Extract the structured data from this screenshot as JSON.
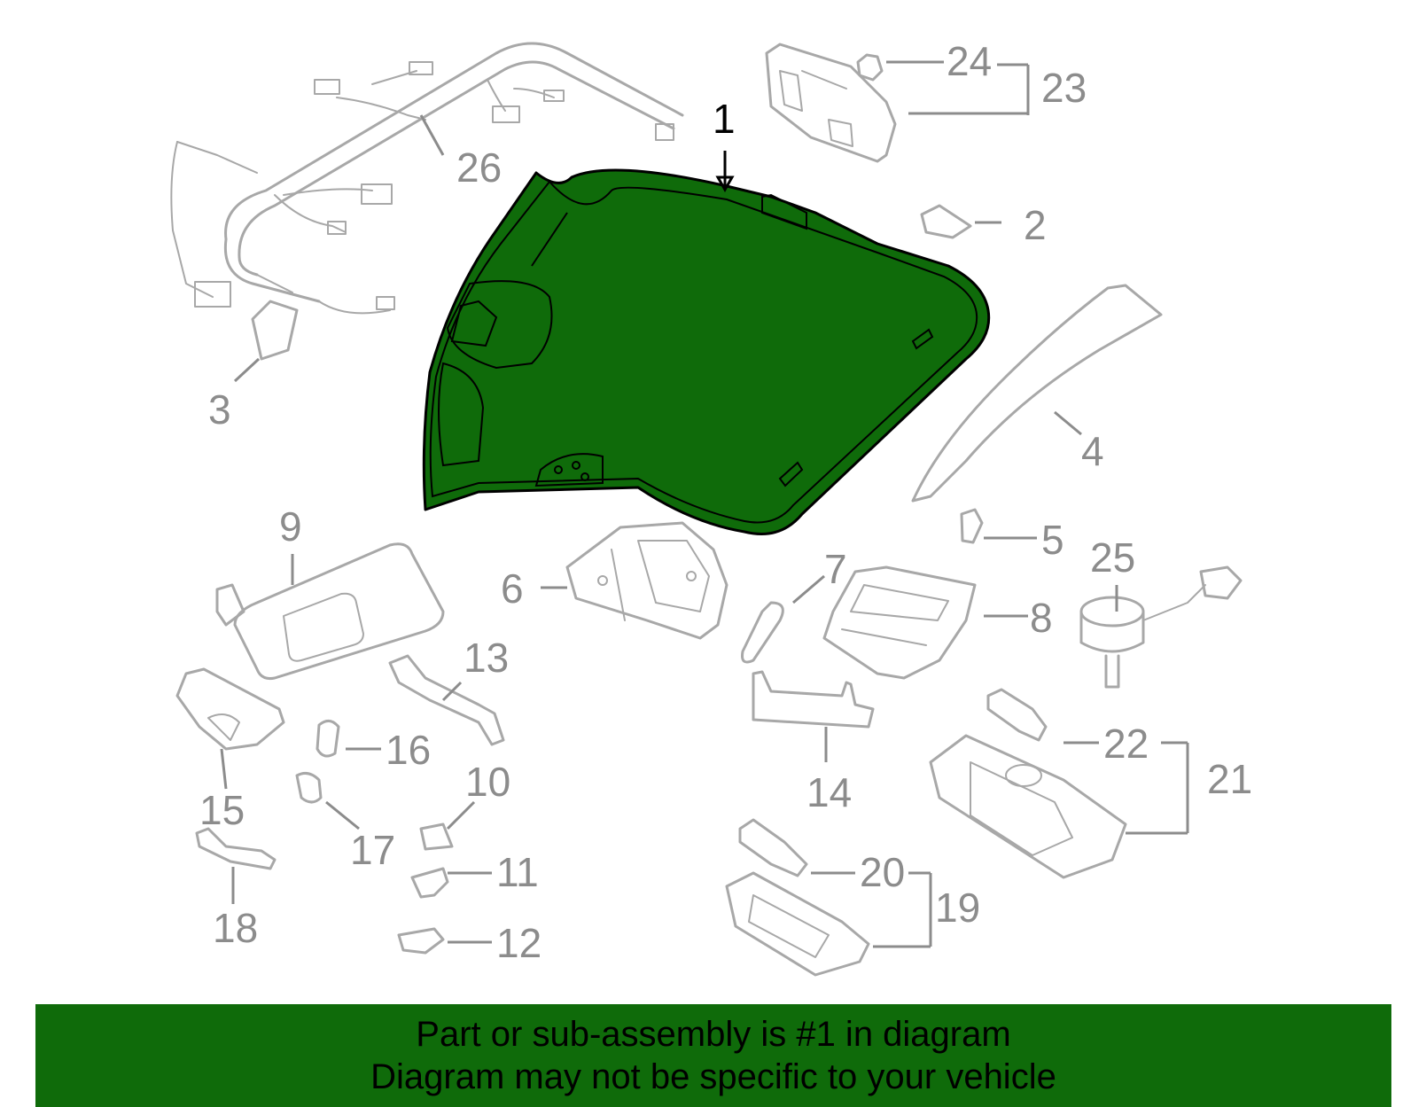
{
  "diagram": {
    "highlight_color": "#0f6b0a",
    "part_color": "#a8a8a8",
    "selected_part": "1",
    "labels": [
      "1",
      "2",
      "3",
      "4",
      "5",
      "6",
      "7",
      "8",
      "9",
      "10",
      "11",
      "12",
      "13",
      "14",
      "15",
      "16",
      "17",
      "18",
      "19",
      "20",
      "21",
      "22",
      "23",
      "24",
      "25",
      "26"
    ]
  },
  "banner": {
    "line1": "Part or sub-assembly is #1 in diagram",
    "line2": "Diagram may not be specific to your vehicle",
    "background": "#0f6b0a"
  }
}
